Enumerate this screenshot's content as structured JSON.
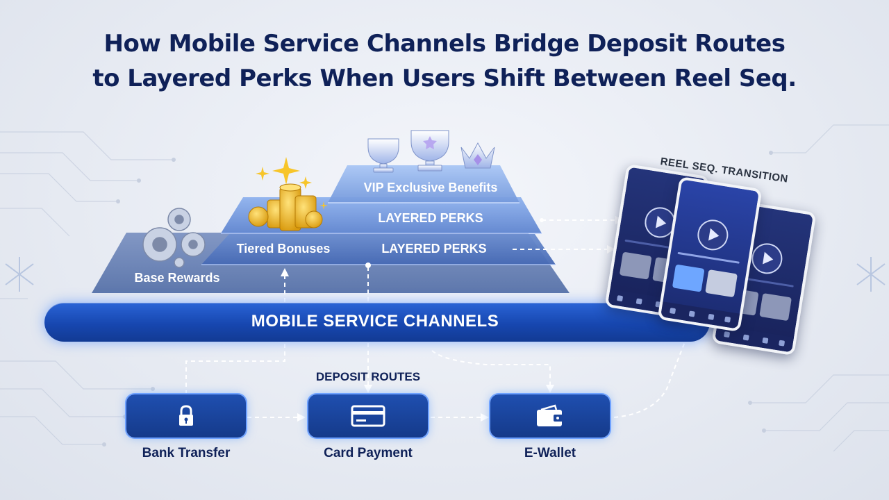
{
  "title": {
    "line1": "How Mobile Service Channels Bridge Deposit Routes",
    "line2": "to Layered Perks When Users Shift Between Reel Seq."
  },
  "pyramid": {
    "base_rewards": "Base Rewards",
    "tiered_bonuses": "Tiered Bonuses",
    "layered_perks_lower": "LAYERED PERKS",
    "layered_perks_upper": "LAYERED PERKS",
    "vip_benefits": "VIP Exclusive Benefits"
  },
  "channel": {
    "label": "MOBILE SERVICE CHANNELS"
  },
  "deposit": {
    "title": "DEPOSIT ROUTES",
    "routes": [
      {
        "label": "Bank Transfer",
        "icon": "lock-icon"
      },
      {
        "label": "Card Payment",
        "icon": "credit-card-icon"
      },
      {
        "label": "E-Wallet",
        "icon": "wallet-icon"
      }
    ]
  },
  "reel": {
    "label": "REEL SEQ. TRANSITION"
  },
  "icons": [
    "gears-icon",
    "gold-coins-icon",
    "sparkle-icon",
    "trophy-icon",
    "crown-icon",
    "play-icon"
  ],
  "colors": {
    "navy": "#0f2158",
    "channel_blue": "#1747b0",
    "tier_blue": "#4f7ac4",
    "glow": "#6fa2ff",
    "gold": "#f2b21b"
  }
}
